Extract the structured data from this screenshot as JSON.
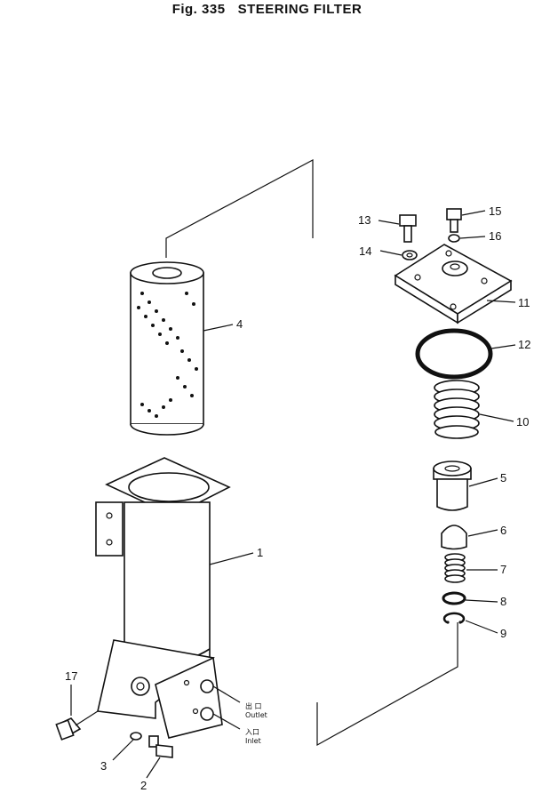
{
  "title": {
    "fig": "Fig. 335",
    "name": "STEERING FILTER"
  },
  "callouts": {
    "p1": "1",
    "p2": "2",
    "p3": "3",
    "p4": "4",
    "p5": "5",
    "p6": "6",
    "p7": "7",
    "p8": "8",
    "p9": "9",
    "p10": "10",
    "p11": "11",
    "p12": "12",
    "p13": "13",
    "p14": "14",
    "p15": "15",
    "p16": "16",
    "p17": "17"
  },
  "ports": {
    "outlet_jp": "出 口",
    "outlet": "Outlet",
    "inlet_jp": "入口",
    "inlet": "Inlet"
  }
}
